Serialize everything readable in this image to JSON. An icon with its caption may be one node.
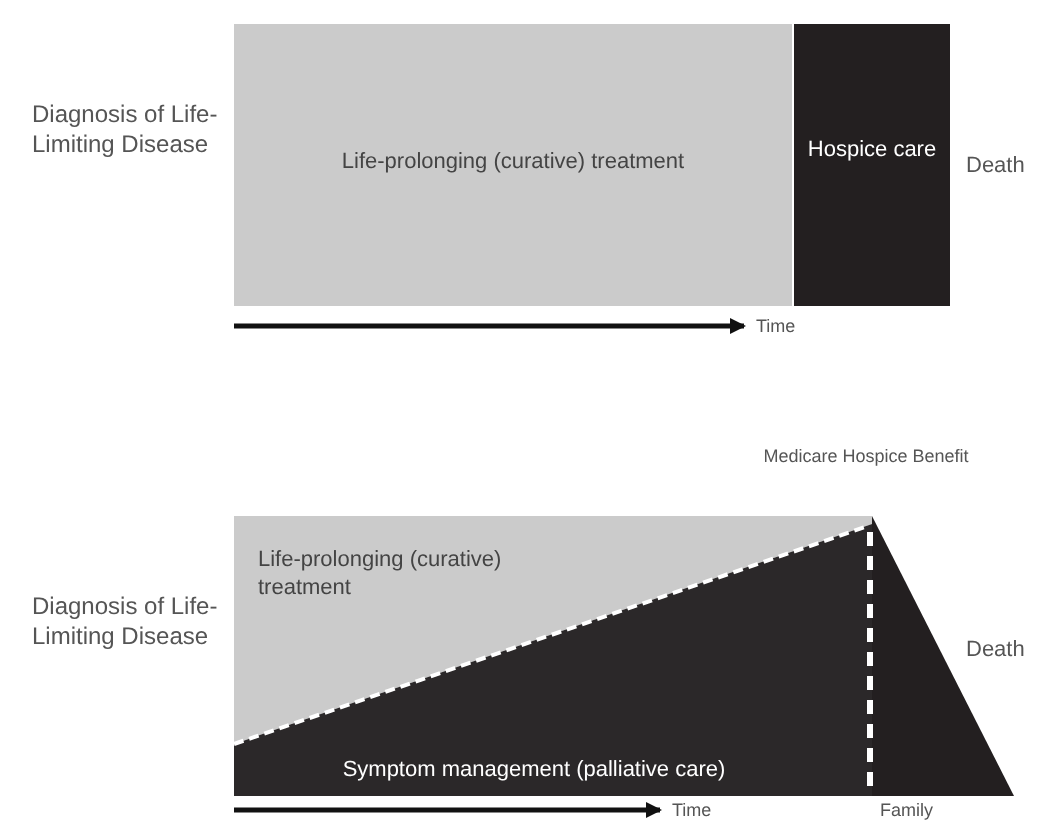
{
  "diagram": {
    "nodes": [
      {
        "text": [
          "Life-prolonging (curative) treatment"
        ]
      },
      {
        "text": [
          "Hospice care"
        ]
      },
      {
        "text": [
          "Life-prolonging (curative) treatment"
        ]
      },
      {
        "text": [
          "Symptom management (palliative care)"
        ]
      }
    ],
    "labels": [
      "Diagnosis of Life-Limiting Disease",
      "Death",
      "Time",
      "Medicare Hospice Benefit",
      "Diagnosis of Life-Limiting Disease",
      "Death",
      "Time",
      "Family"
    ]
  }
}
